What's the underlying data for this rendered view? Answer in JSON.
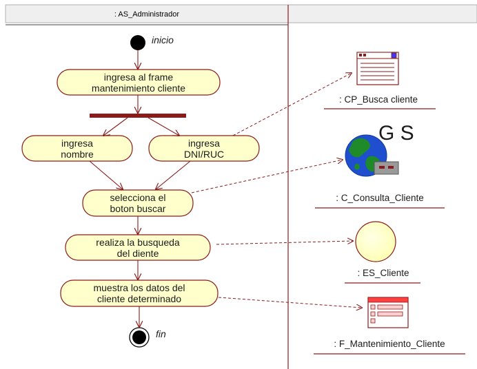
{
  "swimlanes": {
    "left_title": ": AS_Administrador",
    "right_title": ""
  },
  "states": {
    "start_label": "inicio",
    "end_label": "fin"
  },
  "activities": {
    "ingresa_frame": [
      "ingresa al frame",
      "mantenimiento cliente"
    ],
    "ingresa_nombre": [
      "ingresa",
      "nombre"
    ],
    "ingresa_dni": [
      "ingresa",
      "DNI/RUC"
    ],
    "selecciona_boton": [
      "selecciona el",
      "boton buscar"
    ],
    "realiza_busqueda": [
      "realiza la busqueda",
      "del diente"
    ],
    "muestra_datos": [
      "muestra los datos del",
      "cliente determinado"
    ]
  },
  "objects": {
    "cp_busca": ": CP_Busca cliente",
    "c_consulta": ": C_Consulta_Cliente",
    "gs_logo": "G S",
    "es_cliente": ": ES_Cliente",
    "f_mantenimiento": ": F_Mantenimiento_Cliente"
  },
  "colors": {
    "activity_fill": "#ffffcc",
    "outline": "#8b1a1a",
    "entity_fill": "#ffffcc",
    "globe_ocean": "#1f4fcf",
    "globe_land": "#1e8a2a"
  }
}
